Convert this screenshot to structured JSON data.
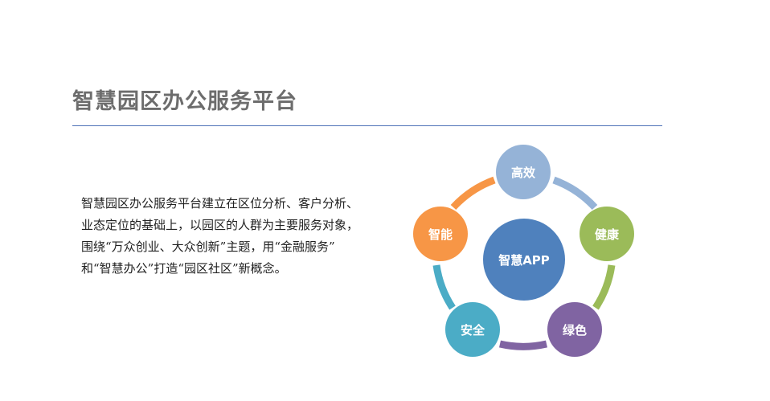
{
  "title": "智慧园区办公服务平台",
  "paragraph": {
    "lines": [
      "智慧园区办公服务平台建立在区位分析、客户分析、",
      "业态定位的基础上，以园区的人群为主要服务对象，",
      "围绕“万众创业、大众创新”主题，用“金融服务”",
      "和“智慧办公”打造“园区社区”新概念。"
    ]
  },
  "diagram": {
    "center": {
      "label": "智慧APP",
      "color": "#4f81bd"
    },
    "nodes": [
      {
        "label": "高效",
        "color": "#95b3d7"
      },
      {
        "label": "健康",
        "color": "#9bbb59"
      },
      {
        "label": "绿色",
        "color": "#8064a2"
      },
      {
        "label": "安全",
        "color": "#4bacc6"
      },
      {
        "label": "智能",
        "color": "#f79646"
      }
    ]
  }
}
